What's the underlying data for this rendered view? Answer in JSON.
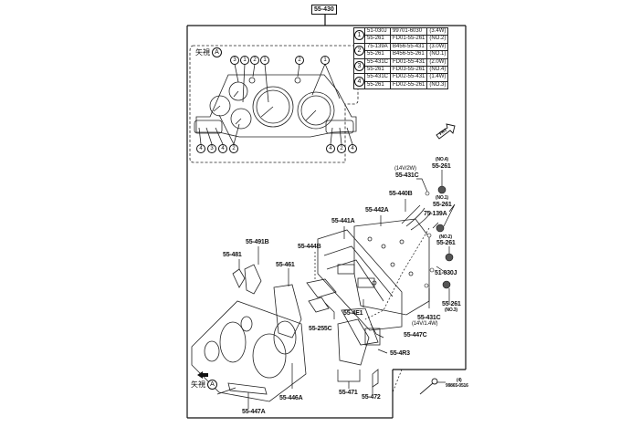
{
  "diagram": {
    "assembly_part_number": "55-430",
    "view_marker": {
      "text": "矢視",
      "letter": "A"
    },
    "bulb_legend": [
      {
        "index": "1",
        "rows": [
          {
            "part": "51-030J",
            "code": "99701-6030",
            "spec": "(3.4W)"
          },
          {
            "part": "55-261",
            "code": "FD01-55-261",
            "spec": "(NO.2)"
          }
        ]
      },
      {
        "index": "2",
        "rows": [
          {
            "part": "75-139A",
            "code": "B456-55-431",
            "spec": "(3.0W)"
          },
          {
            "part": "55-261",
            "code": "B456-55-261",
            "spec": "(NO.1)"
          }
        ]
      },
      {
        "index": "3",
        "rows": [
          {
            "part": "55-431C",
            "code": "FD01-55-431",
            "spec": "(2.0W)"
          },
          {
            "part": "55-261",
            "code": "FD03-55-261",
            "spec": "(NO.4)"
          }
        ]
      },
      {
        "index": "4",
        "rows": [
          {
            "part": "55-431C",
            "code": "FD02-55-431",
            "spec": "(1.4W)"
          },
          {
            "part": "55-261",
            "code": "FD02-55-261",
            "spec": "(NO.3)"
          }
        ]
      }
    ],
    "cluster_view_callouts": {
      "top": [
        "3",
        "1",
        "2",
        "1",
        "2",
        "1"
      ],
      "bottom_left": [
        "4",
        "3",
        "4",
        "2"
      ],
      "bottom_right": [
        "4",
        "2",
        "4"
      ]
    },
    "part_labels": {
      "p_55_431C_top_spec": "(14V/2W)",
      "p_55_431C_top": "55-431C",
      "p_no4": "(NO.4)",
      "p_55_261_no4": "55-261",
      "p_55_440B": "55-440B",
      "p_no1": "(NO.1)",
      "p_55_261_no1": "55-261",
      "p_75_139A": "75-139A",
      "p_55_442A": "55-442A",
      "p_55_441A": "55-441A",
      "p_no2": "(NO.2)",
      "p_55_261_no2": "55-261",
      "p_51_030J": "51-030J",
      "p_55_261_no3": "55-261",
      "p_no3": "(NO.3)",
      "p_55_431C_bottom": "55-431C",
      "p_55_431C_bottom_spec": "(14V/1.4W)",
      "p_55_491B": "55-491B",
      "p_55_481": "55-481",
      "p_55_444B": "55-444B",
      "p_55_461": "55-461",
      "p_55_255C": "55-255C",
      "p_55_4E1": "55-4E1",
      "p_55_447C": "55-447C",
      "p_55_4R3": "55-4R3",
      "p_55_471": "55-471",
      "p_55_472": "55-472",
      "p_55_446A": "55-446A",
      "p_55_447A": "55-447A",
      "p_screw_qty": "(4)",
      "p_99865_0516": "99865-0516"
    },
    "front_arrow_label": "FRT"
  }
}
